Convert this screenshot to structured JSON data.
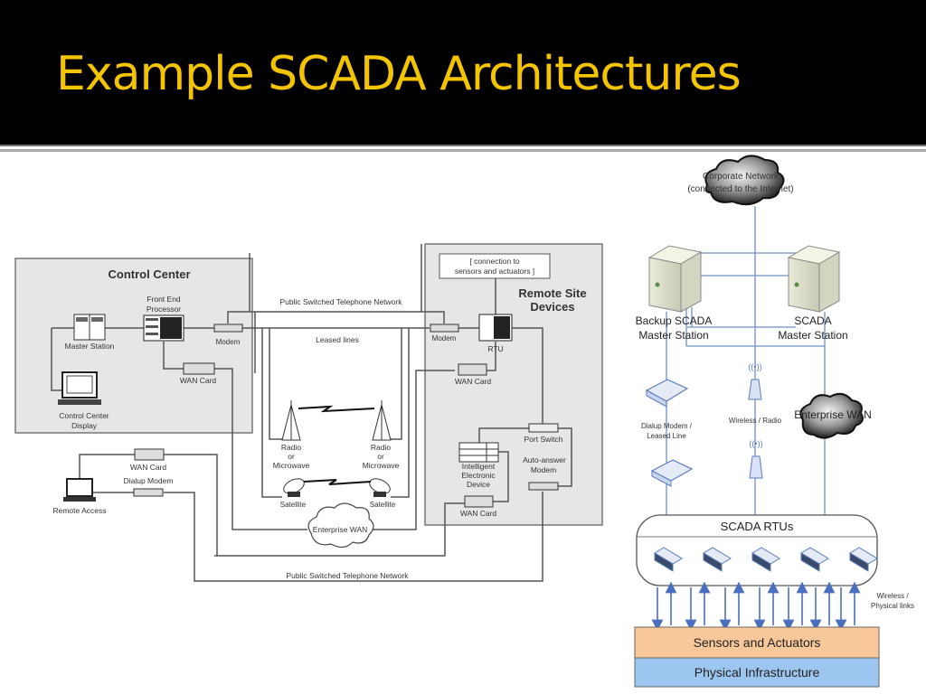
{
  "slide": {
    "title": "Example SCADA Architectures"
  },
  "left_diagram": {
    "control_center": {
      "title": "Control Center",
      "front_end_processor": [
        "Front End",
        "Processor"
      ],
      "master_station": "Master Station",
      "modem": "Modem",
      "wan_card": "WAN Card",
      "display": [
        "Control Center",
        "Display"
      ]
    },
    "networks": {
      "pstn_top": "Public Switched Telephone Network",
      "leased_lines": "Leased lines",
      "radio_left": [
        "Radio",
        "or",
        "Microwave"
      ],
      "radio_right": [
        "Radio",
        "or",
        "Microwave"
      ],
      "satellite_left": "Satellite",
      "satellite_right": "Satellite",
      "enterprise_wan": "Enterprise WAN",
      "pstn_bottom": "Public Switched Telephone Network"
    },
    "remote_access": {
      "wan_card": "WAN Card",
      "dialup_modem": "Dialup Modem",
      "label": "Remote Access"
    },
    "remote_site": {
      "title": [
        "Remote Site",
        "Devices"
      ],
      "connection_box": [
        "[ connection to",
        "sensors and actuators ]"
      ],
      "modem": "Modem",
      "rtu": "RTU",
      "wan_card": "WAN Card",
      "port_switch": "Port Switch",
      "auto_answer_modem": [
        "Auto-answer",
        "Modem"
      ],
      "ied": [
        "Intelligent",
        "Electronic",
        "Device"
      ],
      "wan_card_2": "WAN Card"
    }
  },
  "right_diagram": {
    "corporate_network": [
      "Corporate Network",
      "(connected to the Internet)"
    ],
    "backup_master": [
      "Backup SCADA",
      "Master Station"
    ],
    "master": [
      "SCADA",
      "Master Station"
    ],
    "dialup": [
      "Dialup Modem /",
      "Leased Line"
    ],
    "wireless": "Wireless / Radio",
    "enterprise_wan": "Enterprise WAN",
    "rtus": "SCADA RTUs",
    "rtu_count": 5,
    "links_label": [
      "Wireless /",
      "Physical links"
    ],
    "sensors": "Sensors and Actuators",
    "infrastructure": "Physical Infrastructure",
    "colors": {
      "line": "#6f8fc8",
      "sensors_fill": "#f8c89a",
      "infra_fill": "#9cc6f0",
      "arrow": "#4a6fc0"
    }
  }
}
